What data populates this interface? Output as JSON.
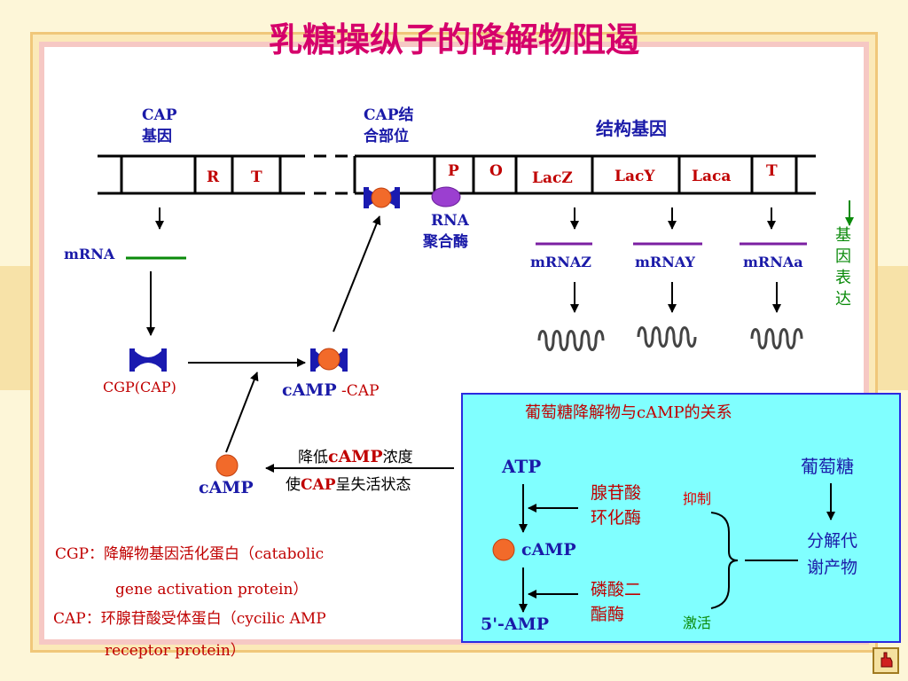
{
  "title": "乳糖操纵子的降解物阻遏",
  "gene_labels": {
    "cap_gene": [
      "CAP",
      "基因"
    ],
    "cap_site": [
      "CAP结",
      "合部位"
    ],
    "structural_genes": "结构基因",
    "r": "R",
    "t1": "T",
    "p": "P",
    "o": "O",
    "lacz": "LacZ",
    "lacy": "LacY",
    "laca": "Laca",
    "t2": "T"
  },
  "rna_polymerase": [
    "RNA",
    "聚合酶"
  ],
  "mrna_left": "mRNA",
  "mrnas": [
    "mRNAZ",
    "mRNAY",
    "mRNAa"
  ],
  "gene_expression": [
    "基",
    "因",
    "表",
    "达"
  ],
  "cgp_label": "CGP(CAP)",
  "camp_cap": {
    "part1": "cAMP",
    "part2": " -CAP"
  },
  "camp_label": "cAMP",
  "reduce_text": {
    "line1_a": "降低",
    "line1_b": "cAMP",
    "line1_c": "浓度",
    "line2_a": "使",
    "line2_b": "CAP",
    "line2_c": "呈失活状态"
  },
  "notes": {
    "cgp_line1": "CGP：降解物基因活化蛋白（catabolic",
    "cgp_line2": "gene activation protein）",
    "cap_line1": "CAP：环腺苷酸受体蛋白（cycilic AMP",
    "cap_line2": "receptor protein）"
  },
  "panel": {
    "title": "葡萄糖降解物与cAMP的关系",
    "atp": "ATP",
    "glucose": "葡萄糖",
    "adenylate_cyclase": [
      "腺苷酸",
      "环化酶"
    ],
    "inhibit": "抑制",
    "camp": "cAMP",
    "metabolites": [
      "分解代",
      "谢产物"
    ],
    "pde": [
      "磷酸二",
      "酯酶"
    ],
    "activate": "激活",
    "amp": "5'-AMP"
  },
  "colors": {
    "title": "#d5006b",
    "label_blue": "#1a1aa8",
    "label_red": "#c00000",
    "green": "#0a8a0a",
    "panel_bg": "#80ffff",
    "purple": "#7b1fa2",
    "orange": "#f26a2a"
  }
}
